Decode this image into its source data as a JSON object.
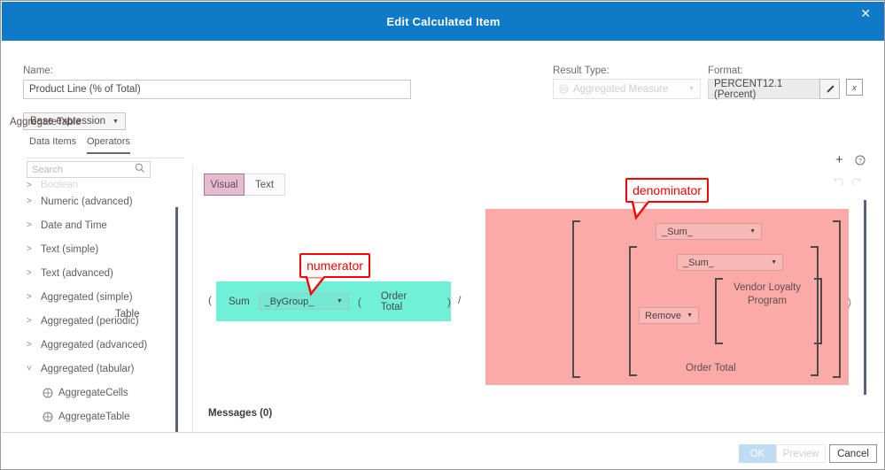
{
  "window": {
    "title": "Edit Calculated Item",
    "close_icon": "close-icon",
    "accent_color": "#0f7ac7"
  },
  "form": {
    "name_label": "Name:",
    "name_value": "Product Line (% of Total)",
    "result_type_label": "Result Type:",
    "result_type_value": "Aggregated Measure",
    "result_type_icon": "aggregated-measure-icon",
    "format_label": "Format:",
    "format_value": "PERCENT12.1 (Percent)",
    "format_edit_icon": "pencil-icon",
    "format_clear_icon": "x-format-icon",
    "add_icon": "plus-icon",
    "help_icon": "help-icon"
  },
  "left_panel": {
    "base_expression_label": "Base expression",
    "base_expression_caret": "chevron-down-icon",
    "tabs": [
      {
        "label": "Data Items",
        "active": false
      },
      {
        "label": "Operators",
        "active": true
      }
    ],
    "search": {
      "placeholder": "Search",
      "icon": "search-icon"
    },
    "tree": [
      {
        "label": "Boolean",
        "state": "collapsed",
        "clipped": true
      },
      {
        "label": "Numeric (advanced)",
        "state": "collapsed"
      },
      {
        "label": "Date and Time",
        "state": "collapsed"
      },
      {
        "label": "Text (simple)",
        "state": "collapsed"
      },
      {
        "label": "Text (advanced)",
        "state": "collapsed"
      },
      {
        "label": "Aggregated (simple)",
        "state": "collapsed"
      },
      {
        "label": "Aggregated (periodic)",
        "state": "collapsed"
      },
      {
        "label": "Aggregated (advanced)",
        "state": "collapsed"
      },
      {
        "label": "Aggregated (tabular)",
        "state": "expanded"
      }
    ],
    "tree_children": [
      {
        "label": "AggregateCells",
        "icon": "aggregate-cells-icon"
      },
      {
        "label": "AggregateTable",
        "icon": "aggregate-table-icon"
      },
      {
        "label": "Table",
        "icon": "table-icon"
      }
    ]
  },
  "editor": {
    "tabs": [
      {
        "label": "Visual",
        "active": true
      },
      {
        "label": "Text",
        "active": false
      }
    ],
    "undo_icon": "undo-icon",
    "redo_icon": "redo-icon",
    "numerator": {
      "highlight_color": "#6ff0d7",
      "open_paren": "(",
      "function": "Sum",
      "dropdown_value": "_ByGroup_",
      "inner_open_paren": "(",
      "measure": "Order Total",
      "inner_close_paren": ")",
      "operator": "/"
    },
    "denominator": {
      "highlight_color": "#fcaaa8",
      "function": "AggregateTable",
      "sum_outer": "_Sum_",
      "inner_function": "Table",
      "sum_inner": "_Sum_",
      "remove": "Remove",
      "dimension": "Vendor Loyalty Program",
      "measure": "Order Total",
      "close_paren": ")"
    },
    "callouts": [
      {
        "label": "numerator",
        "color": "#ff0000"
      },
      {
        "label": "denominator",
        "color": "#ff0000"
      }
    ]
  },
  "messages": {
    "label": "Messages (0)"
  },
  "footer": {
    "ok_label": "OK",
    "preview_label": "Preview",
    "cancel_label": "Cancel"
  }
}
